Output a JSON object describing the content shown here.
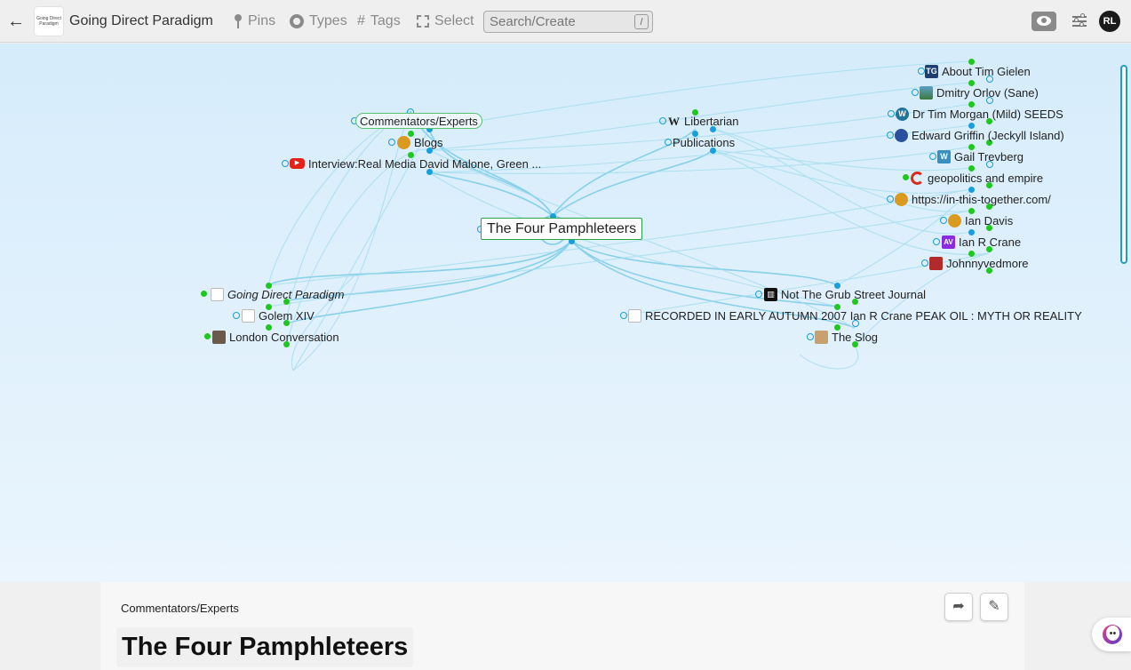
{
  "header": {
    "back_label": "←",
    "logo_text": "Going Direct Paradigm",
    "title": "Going Direct Paradigm",
    "nav": {
      "pins": "Pins",
      "types": "Types",
      "tags": "Tags",
      "select": "Select"
    },
    "search": {
      "placeholder": "Search/Create",
      "shortcut": "/"
    },
    "avatar_initials": "RL"
  },
  "graph": {
    "center": "The Four Pamphleteers",
    "nodes": {
      "commentators": "Commentators/Experts",
      "blogs": "Blogs",
      "interview": "Interview:Real Media David Malone, Green ...",
      "libertarian": "Libertarian",
      "publications": "Publications",
      "tim_gielen": "About Tim Gielen",
      "dmitry": "Dmitry Orlov (Sane)",
      "tim_morgan": "Dr Tim Morgan (Mild) SEEDS",
      "edward": "Edward Griffin (Jeckyll Island)",
      "gail": "Gail Trevberg",
      "geopolitics": "geopolitics and empire",
      "itt": "https://in-this-together.com/",
      "ian_davis": "Ian Davis",
      "ian_crane": "Ian R Crane",
      "johnny": "Johnnyvedmore",
      "gdp": "Going Direct Paradigm",
      "golem": "Golem XIV",
      "london": "London Conversation",
      "grub": "Not The Grub Street Journal",
      "recorded": "RECORDED IN EARLY AUTUMN 2007 Ian R Crane PEAK OIL : MYTH OR REALITY",
      "slog": "The Slog"
    },
    "icons": {
      "tim_gielen": "TG",
      "libertarian": "W",
      "ian_crane": "AV"
    },
    "colors": {
      "edge": "#7fcde8",
      "node_dot": "#1ec81e",
      "link_dot": "#169fde"
    }
  },
  "panel": {
    "breadcrumb": "Commentators/Experts",
    "title": "The Four Pamphleteers"
  }
}
